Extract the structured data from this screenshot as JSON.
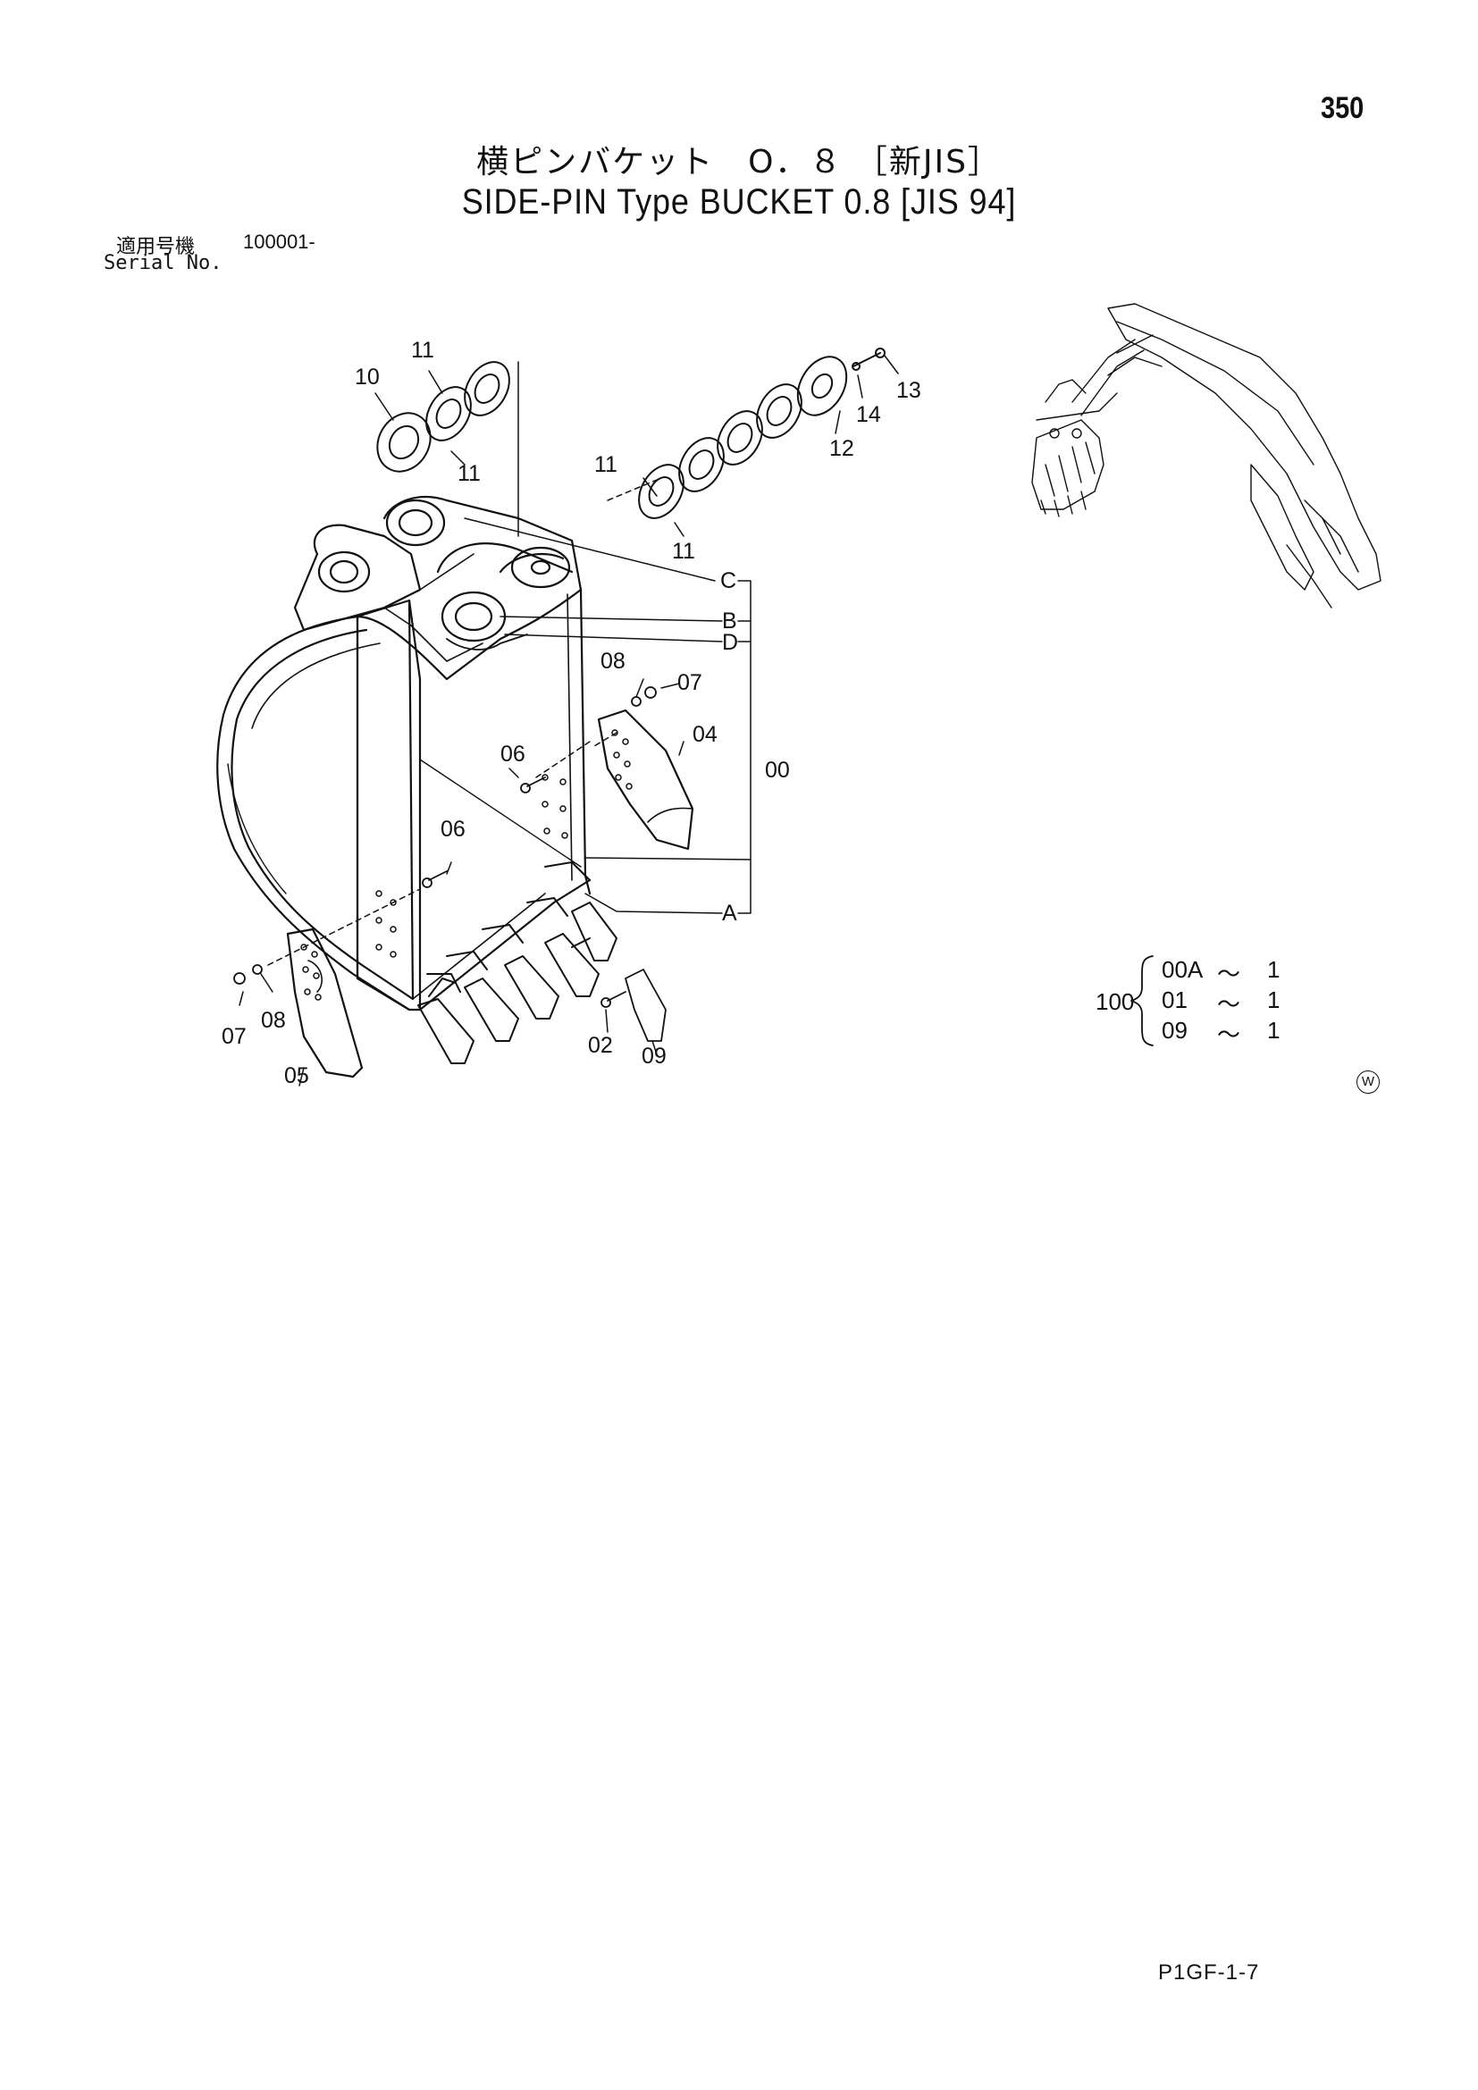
{
  "page_number": "350",
  "title_jp": "横ピンバケット　O．８ ［新JIS］",
  "title_en": "SIDE-PIN Type BUCKET 0.8 [JIS 94]",
  "serial": {
    "label_jp": "適用号機",
    "value": "100001-",
    "label_en": "Serial No."
  },
  "callouts": {
    "c10": "10",
    "c11a": "11",
    "c11b": "11",
    "c11c": "11",
    "c11d": "11",
    "c12": "12",
    "c13": "13",
    "c14": "14",
    "cC": "C",
    "cB": "B",
    "cD": "D",
    "cA": "A",
    "c00": "00",
    "c08a": "08",
    "c07a": "07",
    "c04": "04",
    "c06a": "06",
    "c06b": "06",
    "c07b": "07",
    "c08b": "08",
    "c05": "05",
    "c02": "02",
    "c09": "09"
  },
  "kit": {
    "number": "100",
    "rows": [
      {
        "part": "00A",
        "sep": "〜",
        "qty": "1"
      },
      {
        "part": "01",
        "sep": "〜",
        "qty": "1"
      },
      {
        "part": "09",
        "sep": "〜",
        "qty": "1"
      }
    ]
  },
  "w_mark": "W",
  "footer_code": "P1GF-1-7"
}
